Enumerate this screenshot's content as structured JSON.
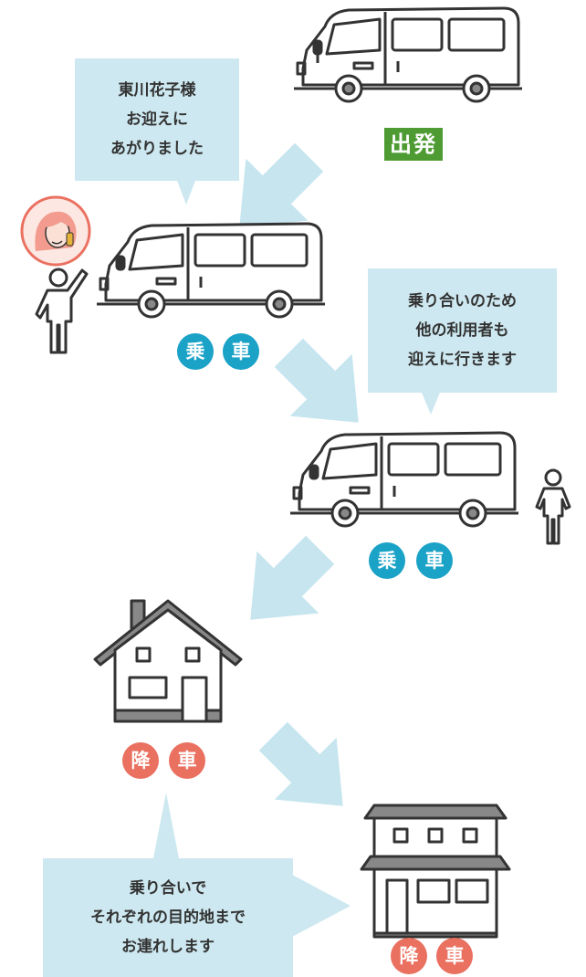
{
  "departure_label": "出発",
  "bubbles": {
    "pickup": [
      "東川花子様",
      "お迎えに",
      "あがりました"
    ],
    "rideshare": [
      "乗り合いのため",
      "他の利用者も",
      "迎えに行きます"
    ],
    "dropoff": [
      "乗り合いで",
      "それぞれの目的地まで",
      "お連れします"
    ]
  },
  "badges": {
    "board": [
      "乗",
      "車"
    ],
    "alight": [
      "降",
      "車"
    ]
  },
  "colors": {
    "bubble": "#cde8f0",
    "arrow": "#c6e5ee",
    "board": "#1aa2c7",
    "alight": "#ea7060",
    "depart": "#4e9b34",
    "line": "#333333"
  }
}
